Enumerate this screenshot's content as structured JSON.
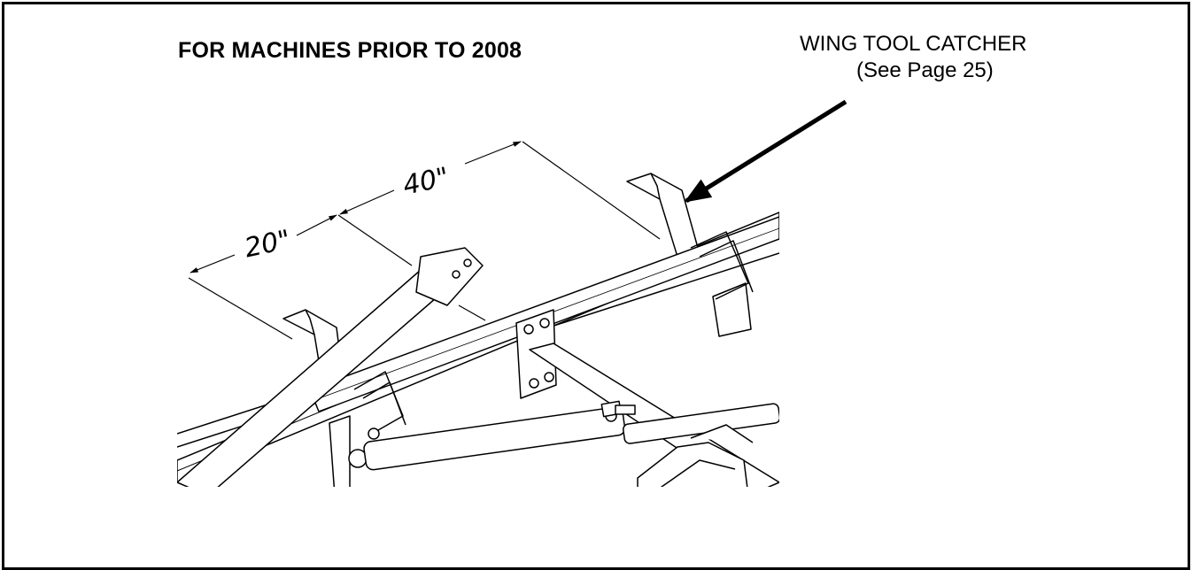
{
  "title": "FOR MACHINES PRIOR TO 2008",
  "callout": {
    "line1": "WING TOOL CATCHER",
    "line2": "(See Page 25)"
  },
  "dimensions": {
    "short": "20\"",
    "long": "40\""
  }
}
